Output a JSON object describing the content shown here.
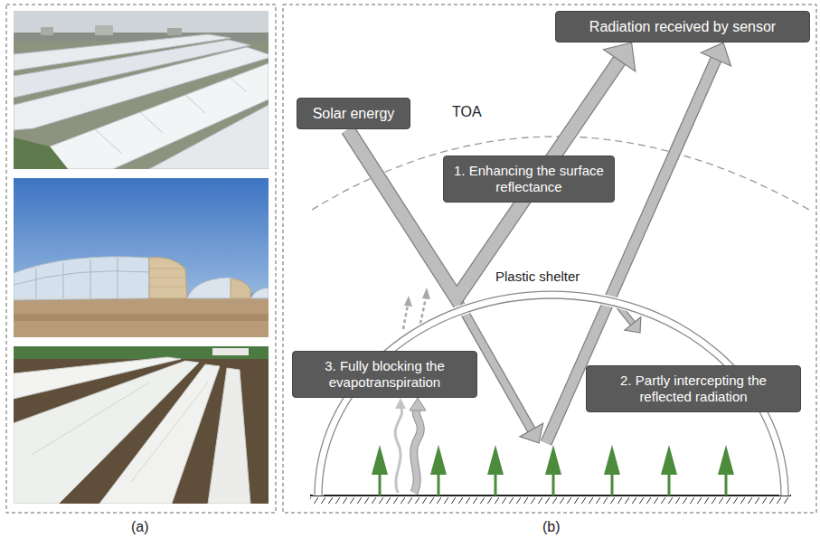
{
  "diagram": {
    "nodes": [
      {
        "text": [
          "Radiation received by sensor"
        ]
      },
      {
        "text": [
          "Solar energy"
        ]
      },
      {
        "text": [
          "1. Enhancing the surface reflectance"
        ]
      },
      {
        "text": [
          "3. Fully blocking the evapotranspiration"
        ]
      },
      {
        "text": [
          "2. Partly intercepting the reflected radiation"
        ]
      }
    ],
    "edges": [
      {
        "from": 1,
        "to": 0,
        "arrow": "to"
      }
    ],
    "labels": [
      "TOA",
      "Plastic shelter",
      "(a)",
      "(b)"
    ]
  }
}
